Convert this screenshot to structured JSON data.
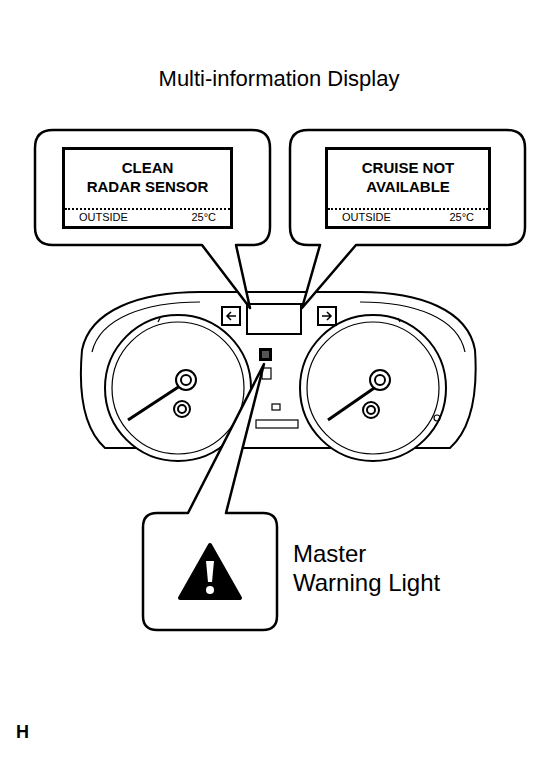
{
  "diagram": {
    "title": "Multi-information Display",
    "nodes": [
      {
        "text": [
          "CLEAN RADAR SENSOR",
          "OUTSIDE",
          "25°C"
        ]
      },
      {
        "text": [
          "CRUISE NOT AVAILABLE",
          "OUTSIDE",
          "25°C"
        ]
      },
      {
        "text": [
          "Master Warning Light"
        ]
      }
    ],
    "labels": [
      "H"
    ]
  }
}
